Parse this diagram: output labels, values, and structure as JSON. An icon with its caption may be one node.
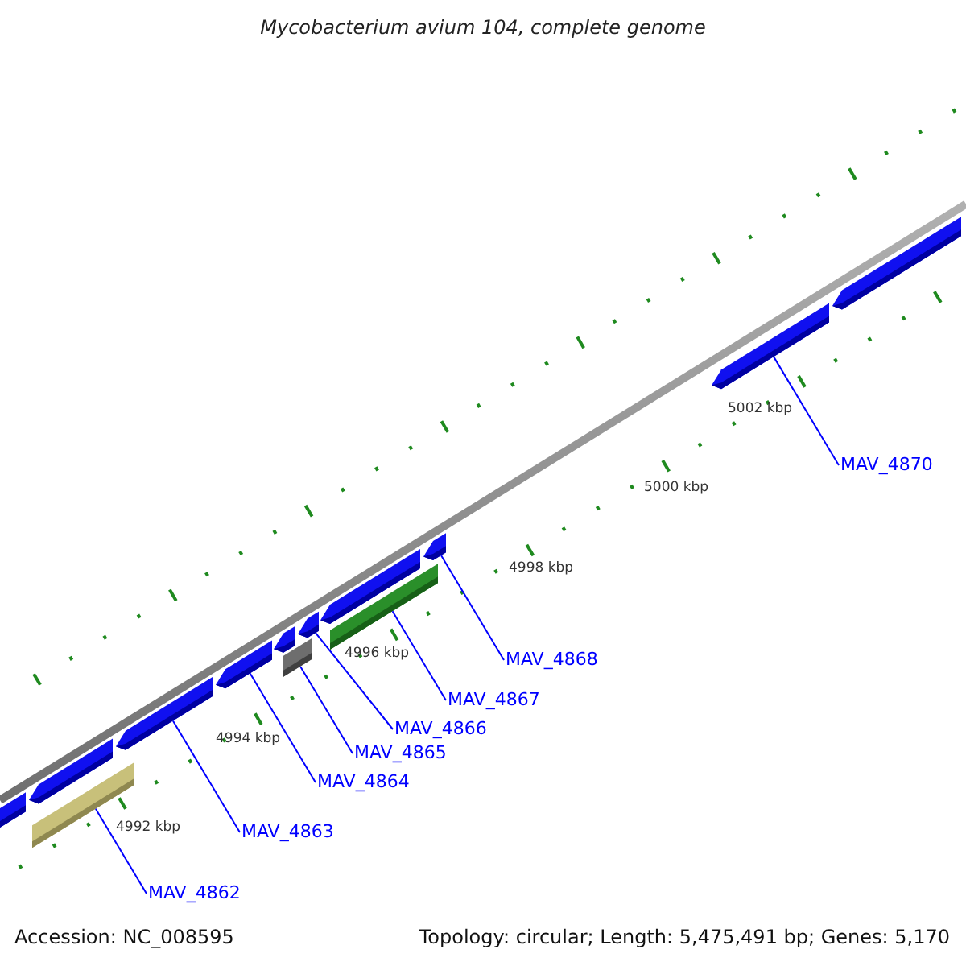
{
  "diagram": {
    "title": "Mycobacterium avium 104, complete genome",
    "nodes": [
      {
        "text": [
          "MAV_4862"
        ]
      },
      {
        "text": [
          "MAV_4863"
        ]
      },
      {
        "text": [
          "MAV_4864"
        ]
      },
      {
        "text": [
          "MAV_4865"
        ]
      },
      {
        "text": [
          "MAV_4866"
        ]
      },
      {
        "text": [
          "MAV_4867"
        ]
      },
      {
        "text": [
          "MAV_4868"
        ]
      },
      {
        "text": [
          "MAV_4870"
        ]
      },
      {
        "text": [],
        "shape": "bar"
      },
      {
        "text": [],
        "shape": "bar"
      },
      {
        "text": [],
        "shape": "bar"
      },
      {
        "text": [],
        "shape": "bar"
      },
      {
        "text": [],
        "shape": "bar"
      },
      {
        "text": [],
        "shape": "bar"
      },
      {
        "text": [],
        "shape": "bar"
      },
      {
        "text": [],
        "shape": "bar"
      },
      {
        "text": [],
        "shape": "bar"
      },
      {
        "text": [],
        "shape": "bar"
      },
      {
        "text": [],
        "shape": "bar"
      },
      {
        "text": [],
        "shape": "bar"
      },
      {
        "text": [],
        "shape": "bar"
      }
    ],
    "edges": [
      {
        "from": 0,
        "to": 10,
        "arrow": "none"
      },
      {
        "from": 1,
        "to": 11,
        "arrow": "none"
      },
      {
        "from": 2,
        "to": 12,
        "arrow": "none"
      },
      {
        "from": 3,
        "to": 14,
        "arrow": "none"
      },
      {
        "from": 4,
        "to": 15,
        "arrow": "none"
      },
      {
        "from": 5,
        "to": 17,
        "arrow": "none"
      },
      {
        "from": 6,
        "to": 18,
        "arrow": "none"
      },
      {
        "from": 7,
        "to": 19,
        "arrow": "none"
      }
    ],
    "labels": [
      "5002 kbp",
      "5000 kbp",
      "4998 kbp",
      "4996 kbp",
      "4994 kbp",
      "4992 kbp",
      "Accession: NC_008595",
      "Topology: circular; Length: 5,475,491 bp; Genes: 5,170"
    ]
  }
}
